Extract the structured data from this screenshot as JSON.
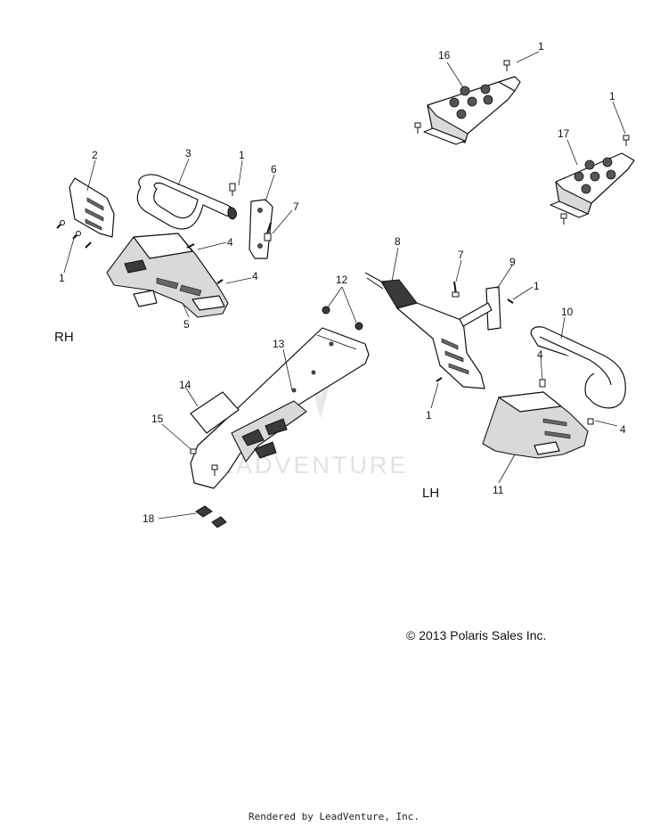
{
  "callouts": {
    "c1_rh_top": "1",
    "c2": "2",
    "c3": "3",
    "c6": "6",
    "c7_rh": "7",
    "c4_rh_a": "4",
    "c4_rh_b": "4",
    "c1_rh_left": "1",
    "c5": "5",
    "c16": "16",
    "c1_16": "1",
    "c17": "17",
    "c1_17": "1",
    "c8": "8",
    "c7_lh": "7",
    "c9": "9",
    "c1_lh_top": "1",
    "c10": "10",
    "c4_lh_a": "4",
    "c4_lh_b": "4",
    "c1_lh_bottom": "1",
    "c11": "11",
    "c12": "12",
    "c13": "13",
    "c14": "14",
    "c15": "15",
    "c18": "18"
  },
  "labels": {
    "rh": "RH",
    "lh": "LH"
  },
  "watermark": "LEADVENTURE",
  "copyright": "© 2013 Polaris Sales Inc.",
  "footer": "Rendered by LeadVenture, Inc."
}
